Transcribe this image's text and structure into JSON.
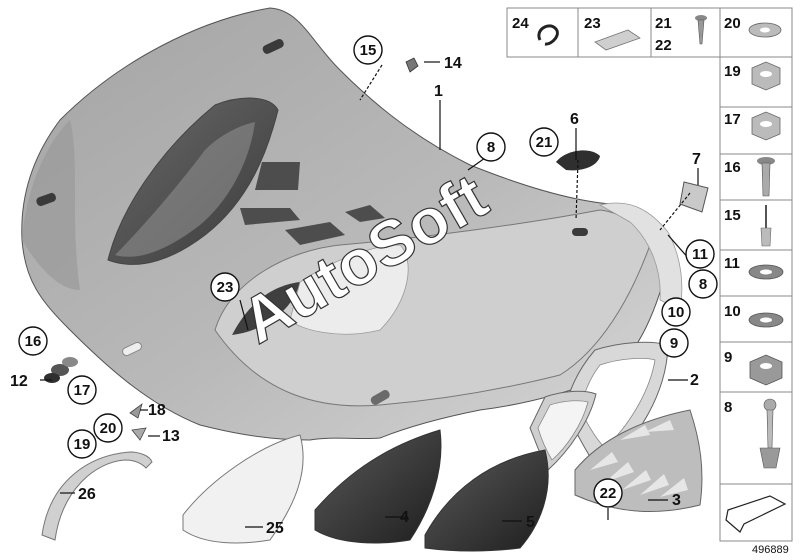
{
  "diagram": {
    "watermark": "AutoSoft",
    "doc_id": "496889",
    "callouts": {
      "c1": "1",
      "c2": "2",
      "c3": "3",
      "c4": "4",
      "c5": "5",
      "c6": "6",
      "c7": "7",
      "c8a": "8",
      "c8b": "8",
      "c9": "9",
      "c10": "10",
      "c11": "11",
      "c12": "12",
      "c13": "13",
      "c14": "14",
      "c15": "15",
      "c16": "16",
      "c17": "17",
      "c18": "18",
      "c19": "19",
      "c20": "20",
      "c21": "21",
      "c22": "22",
      "c23": "23",
      "c25": "25",
      "c26": "26"
    },
    "legend": {
      "top": [
        "24",
        "23",
        "21",
        "22",
        "20"
      ],
      "side": [
        "19",
        "17",
        "16",
        "15",
        "11",
        "10",
        "9",
        "8"
      ]
    }
  }
}
